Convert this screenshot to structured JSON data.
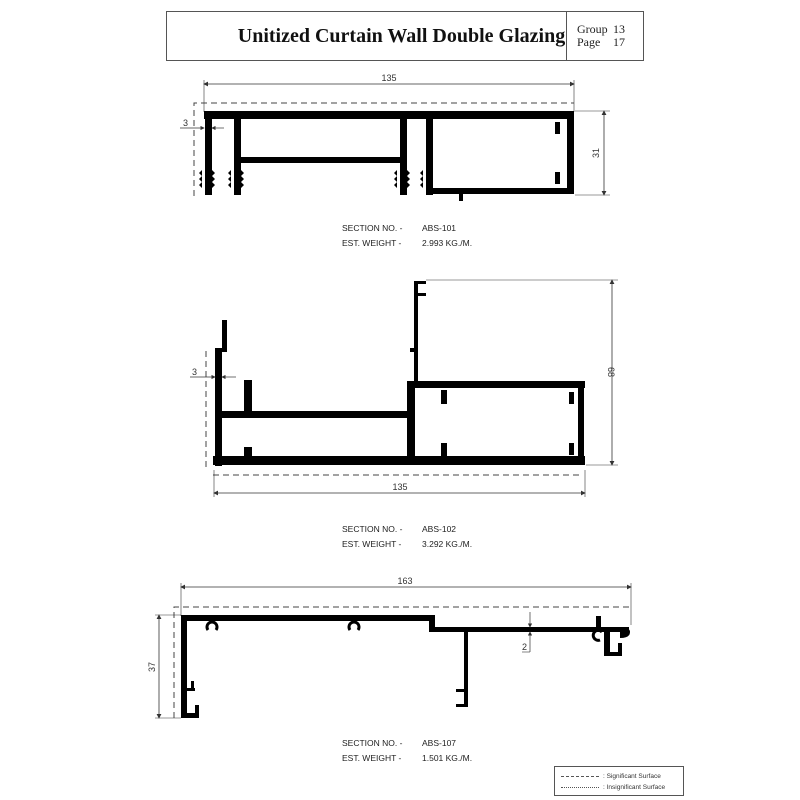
{
  "header": {
    "title": "Unitized Curtain Wall  Double Glazing",
    "group_label": "Group",
    "group_value": "13",
    "page_label": "Page",
    "page_value": "17"
  },
  "sections": [
    {
      "section_label": "SECTION NO. -",
      "section_no": "ABS-101",
      "weight_label": "EST. WEIGHT -",
      "weight": "2.993 KG./M.",
      "dimensions": {
        "width": "135",
        "height": "31",
        "wall": "3"
      }
    },
    {
      "section_label": "SECTION NO. -",
      "section_no": "ABS-102",
      "weight_label": "EST. WEIGHT -",
      "weight": "3.292 KG./M.",
      "dimensions": {
        "width": "135",
        "height": "68",
        "wall": "3"
      }
    },
    {
      "section_label": "SECTION NO. -",
      "section_no": "ABS-107",
      "weight_label": "EST. WEIGHT -",
      "weight": "1.501 KG./M.",
      "dimensions": {
        "width": "163",
        "height": "37",
        "step": "2"
      }
    }
  ],
  "legend": {
    "significant": ": Significant Surface",
    "insignificant": ": Insignificant Surface"
  },
  "colors": {
    "profile": "#000000",
    "dimension": "#333333",
    "border": "#555555"
  }
}
